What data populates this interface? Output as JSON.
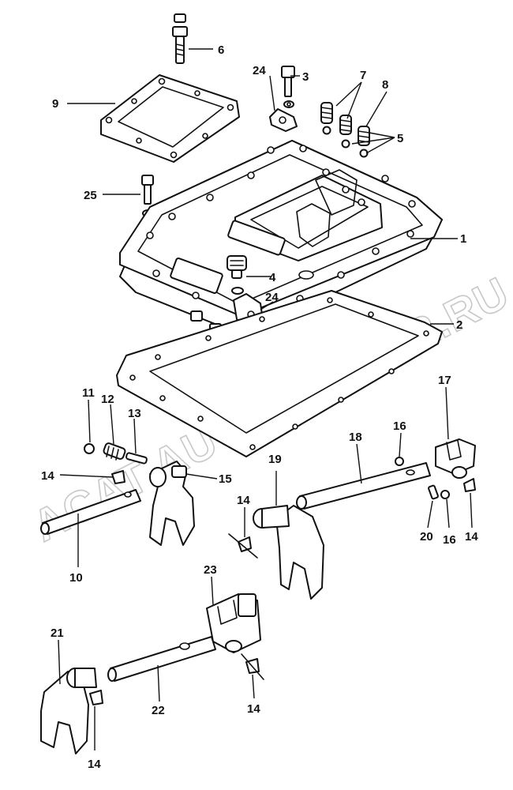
{
  "watermark": "ACAT AUTODEALER.RU",
  "callouts": [
    "1",
    "2",
    "3",
    "4",
    "5",
    "6",
    "7",
    "8",
    "9",
    "10",
    "11",
    "12",
    "13",
    "14",
    "15",
    "16",
    "17",
    "18",
    "19",
    "20",
    "21",
    "22",
    "23",
    "24",
    "25"
  ]
}
